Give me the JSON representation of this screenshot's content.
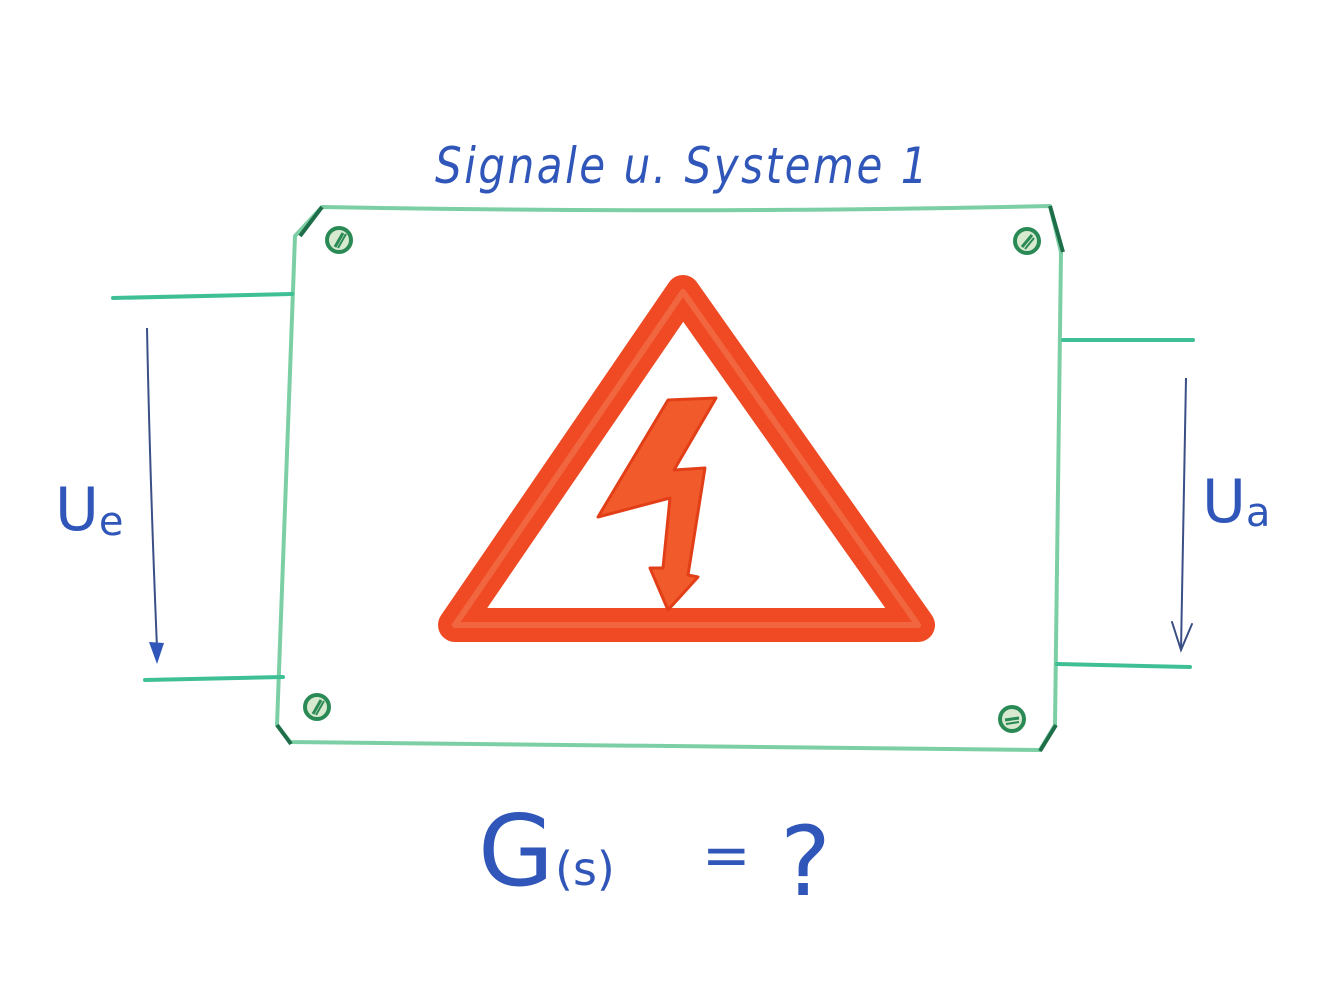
{
  "title": "Signale u. Systeme 1",
  "input_label": {
    "main": "U",
    "sub": "e"
  },
  "output_label": {
    "main": "U",
    "sub": "a"
  },
  "question": {
    "g": "G",
    "arg": "(s)",
    "eq": "=",
    "q": "?"
  },
  "colors": {
    "ink_blue": "#2f56b8",
    "wire_green": "#3fbf96",
    "box_green": "#7ccfa4",
    "corner_dark": "#1f6e4a",
    "screw_fill": "#d7e9cf",
    "screw_ring": "#2a8a55",
    "warning_red": "#ef4a24",
    "bolt_red": "#f15a2a"
  },
  "icons": [
    "warning-triangle-icon",
    "lightning-bolt-icon",
    "screw-icon"
  ]
}
